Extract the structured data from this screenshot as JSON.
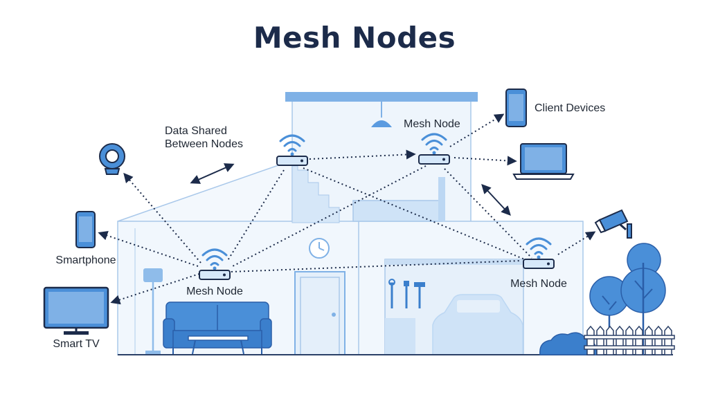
{
  "title": "Mesh Nodes",
  "labels": {
    "data_shared_line1": "Data Shared",
    "data_shared_line2": "Between Nodes",
    "client_devices": "Client Devices",
    "mesh_node_upper": "Mesh Node",
    "mesh_node_left": "Mesh Node",
    "mesh_node_right": "Mesh Node",
    "smartphone": "Smartphone",
    "smart_tv": "Smart TV"
  },
  "colors": {
    "outline": "#2a3f66",
    "accent": "#4a8fd8",
    "accent_light": "#a9cdf2",
    "fill_light": "#eaf3fc",
    "line": "#1c2b4a"
  }
}
